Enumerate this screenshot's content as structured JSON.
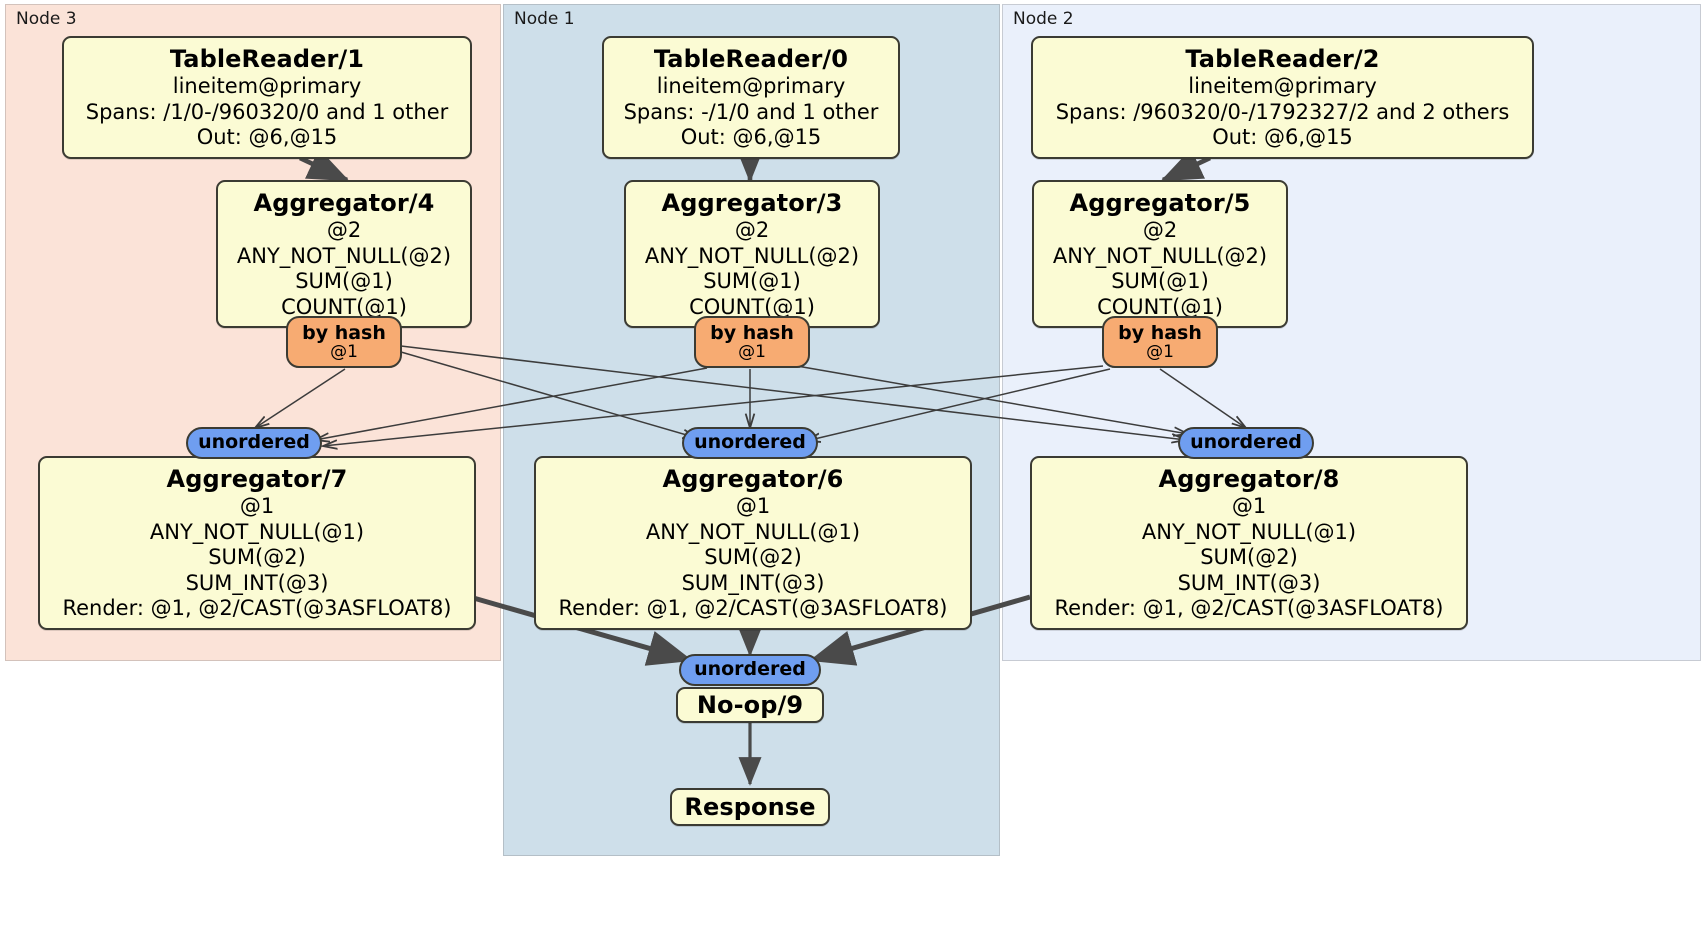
{
  "diagram": {
    "type": "distributed-query-execution-plan",
    "colors": {
      "node3_panel": "#fbe3d8",
      "node1_panel": "#cedfea",
      "node2_panel": "#eaf0fb",
      "processor_box": "#fbfbd4",
      "box_border": "#3b3b33",
      "hash_router": "#f7ab72",
      "unordered_synchronizer": "#6f9ef0",
      "edge": "#4a4a4a"
    }
  },
  "nodes": [
    {
      "id": "node3",
      "label": "Node 3"
    },
    {
      "id": "node1",
      "label": "Node 1"
    },
    {
      "id": "node2",
      "label": "Node 2"
    }
  ],
  "processors": {
    "table_reader_1": {
      "title": "TableReader/1",
      "lines": [
        "lineitem@primary",
        "Spans: /1/0-/960320/0 and 1 other",
        "Out: @6,@15"
      ]
    },
    "table_reader_0": {
      "title": "TableReader/0",
      "lines": [
        "lineitem@primary",
        "Spans: -/1/0 and 1 other",
        "Out: @6,@15"
      ]
    },
    "table_reader_2": {
      "title": "TableReader/2",
      "lines": [
        "lineitem@primary",
        "Spans: /960320/0-/1792327/2 and 2 others",
        "Out: @6,@15"
      ]
    },
    "aggregator_4": {
      "title": "Aggregator/4",
      "lines": [
        "@2",
        "ANY_NOT_NULL(@2)",
        "SUM(@1)",
        "COUNT(@1)"
      ]
    },
    "aggregator_3": {
      "title": "Aggregator/3",
      "lines": [
        "@2",
        "ANY_NOT_NULL(@2)",
        "SUM(@1)",
        "COUNT(@1)"
      ]
    },
    "aggregator_5": {
      "title": "Aggregator/5",
      "lines": [
        "@2",
        "ANY_NOT_NULL(@2)",
        "SUM(@1)",
        "COUNT(@1)"
      ]
    },
    "aggregator_7": {
      "title": "Aggregator/7",
      "lines": [
        "@1",
        "ANY_NOT_NULL(@1)",
        "SUM(@2)",
        "SUM_INT(@3)",
        "Render: @1, @2/CAST(@3ASFLOAT8)"
      ]
    },
    "aggregator_6": {
      "title": "Aggregator/6",
      "lines": [
        "@1",
        "ANY_NOT_NULL(@1)",
        "SUM(@2)",
        "SUM_INT(@3)",
        "Render: @1, @2/CAST(@3ASFLOAT8)"
      ]
    },
    "aggregator_8": {
      "title": "Aggregator/8",
      "lines": [
        "@1",
        "ANY_NOT_NULL(@1)",
        "SUM(@2)",
        "SUM_INT(@3)",
        "Render: @1, @2/CAST(@3ASFLOAT8)"
      ]
    },
    "noop_9": {
      "title": "No-op/9",
      "lines": []
    },
    "response": {
      "title": "Response",
      "lines": []
    }
  },
  "routers": {
    "hash_4": {
      "title": "by hash",
      "sub": "@1"
    },
    "hash_3": {
      "title": "by hash",
      "sub": "@1"
    },
    "hash_5": {
      "title": "by hash",
      "sub": "@1"
    },
    "unordered_7": {
      "title": "unordered"
    },
    "unordered_6": {
      "title": "unordered"
    },
    "unordered_8": {
      "title": "unordered"
    },
    "unordered_final": {
      "title": "unordered"
    }
  }
}
